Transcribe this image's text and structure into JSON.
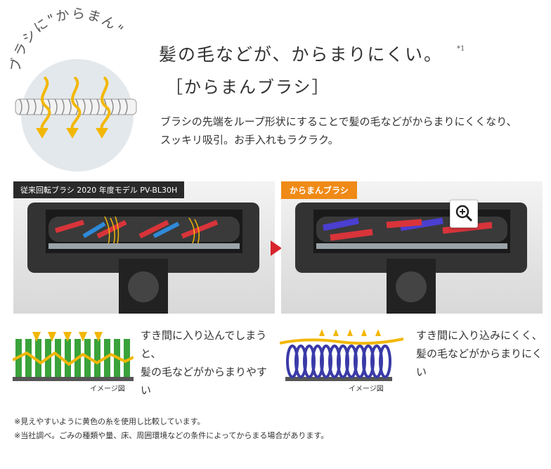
{
  "badge": {
    "arc_text": "ブラシに\"からまん\""
  },
  "headline": "髪の毛などが、からまりにくい。",
  "headline_note": "*1",
  "subhead": "［からまんブラシ］",
  "description": "ブラシの先端をループ形状にすることで髪の毛などがからまりにくくなり、スッキリ吸引。お手入れもラクラク。",
  "left_panel": {
    "tag": "従来回転ブラシ 2020 年度モデル PV-BL30H",
    "text_line1": "すき間に入り込んでしまうと、",
    "text_line2": "髪の毛などがからまりやすい",
    "caption": "イメージ図"
  },
  "right_panel": {
    "tag": "からまんブラシ",
    "text_line1": "すき間に入り込みにくく、",
    "text_line2": "髪の毛などがからまりにくい",
    "caption": "イメージ図"
  },
  "footnotes": [
    "※見えやすいように黄色の糸を使用し比較しています。",
    "※当社調べ。ごみの種類や量、床、周囲環境などの条件によってからまる場合があります。"
  ],
  "colors": {
    "accent_orange": "#ef8a16",
    "arrow_red": "#d9242b",
    "hair_yellow": "#f2b705"
  }
}
